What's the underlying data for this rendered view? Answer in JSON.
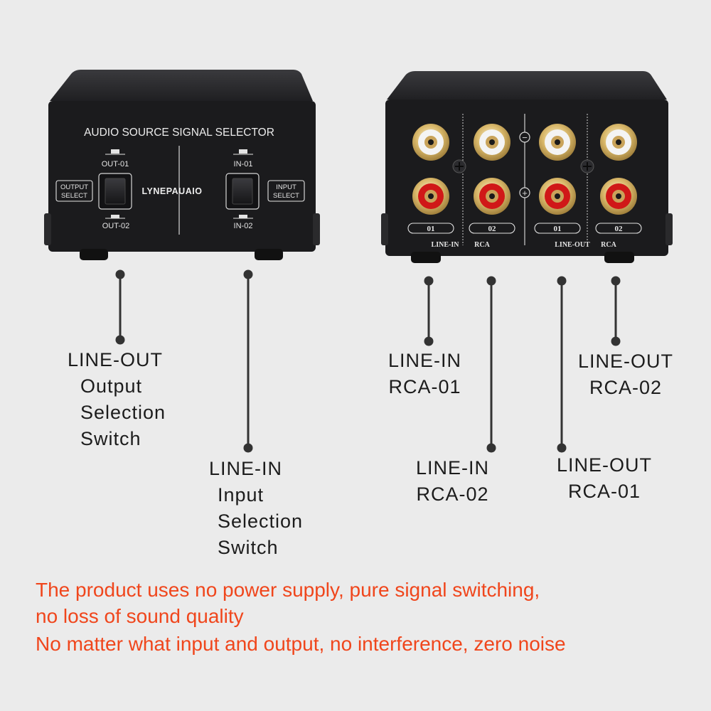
{
  "front_panel": {
    "title": "AUDIO SOURCE  SIGNAL SELECTOR",
    "brand": "LYNEPAUAIO",
    "output_select_label": [
      "OUTPUT",
      "SELECT"
    ],
    "input_select_label": [
      "INPUT",
      "SELECT"
    ],
    "out_top": "OUT-01",
    "out_bottom": "OUT-02",
    "in_top": "IN-01",
    "in_bottom": "IN-02"
  },
  "rear_panel": {
    "channel_badges": [
      "01",
      "02",
      "01",
      "02"
    ],
    "line_in_label": "LINE-IN",
    "line_in_rca": "RCA",
    "line_out_label": "LINE-OUT",
    "line_out_rca": "RCA",
    "minus_symbol": "−",
    "plus_symbol": "+"
  },
  "callouts": {
    "line_out_switch": {
      "title": "LINE-OUT",
      "lines": [
        "Output",
        "Selection",
        "Switch"
      ]
    },
    "line_in_switch": {
      "title": "LINE-IN",
      "lines": [
        "Input",
        "Selection",
        "Switch"
      ]
    },
    "line_in_rca_01": {
      "title": "LINE-IN",
      "sub": "RCA-01"
    },
    "line_in_rca_02": {
      "title": "LINE-IN",
      "sub": "RCA-02"
    },
    "line_out_rca_01": {
      "title": "LINE-OUT",
      "sub": "RCA-01"
    },
    "line_out_rca_02": {
      "title": "LINE-OUT",
      "sub": "RCA-02"
    }
  },
  "notes": [
    "The product uses no power supply, pure signal switching,",
    "no loss of sound quality",
    "No matter what input and output, no interference, zero noise"
  ],
  "colors": {
    "background": "#ebebeb",
    "device_body": "#1b1b1d",
    "callout_line": "#333333",
    "note_text": "#f0461c",
    "rca_red": "#d01818"
  }
}
